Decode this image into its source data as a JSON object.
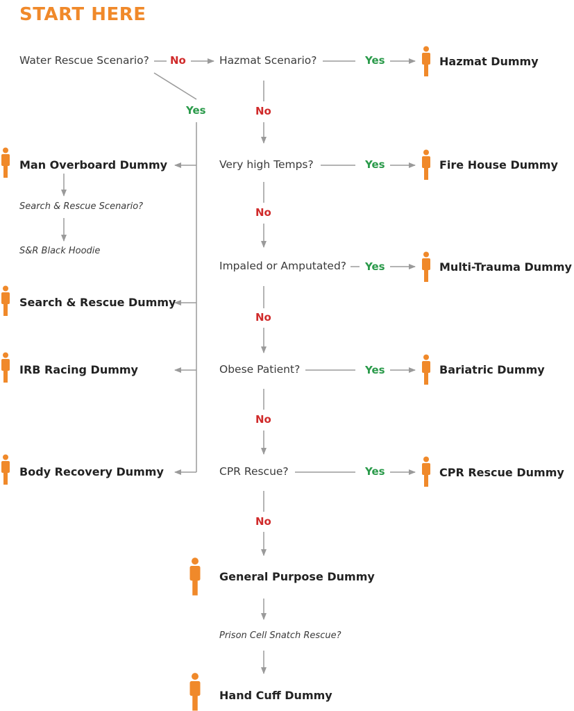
{
  "title": "START HERE",
  "questions": {
    "water": "Water Rescue Scenario?",
    "hazmat": "Hazmat Scenario?",
    "temps": "Very high Temps?",
    "impaled": "Impaled or Amputated?",
    "obese": "Obese Patient?",
    "cpr": "CPR Rescue?",
    "search_rescue": "Search & Rescue Scenario?",
    "black_hoodie": "S&R Black Hoodie",
    "prison": "Prison Cell Snatch Rescue?"
  },
  "results": {
    "hazmat": "Hazmat Dummy",
    "fire_house": "Fire House Dummy",
    "multi_trauma": "Multi-Trauma Dummy",
    "bariatric": "Bariatric Dummy",
    "cpr_rescue": "CPR Rescue Dummy",
    "man_overboard": "Man Overboard Dummy",
    "search_rescue": "Search & Rescue Dummy",
    "irb_racing": "IRB Racing Dummy",
    "body_recovery": "Body Recovery Dummy",
    "general_purpose": "General Purpose Dummy",
    "hand_cuff": "Hand Cuff Dummy"
  },
  "labels": {
    "yes": "Yes",
    "no": "No"
  },
  "colors": {
    "accent": "#f0892a",
    "yes": "#2a9a4a",
    "no": "#d02b2b",
    "line": "#9a9a9a"
  },
  "icons": {
    "person": "person-icon"
  }
}
